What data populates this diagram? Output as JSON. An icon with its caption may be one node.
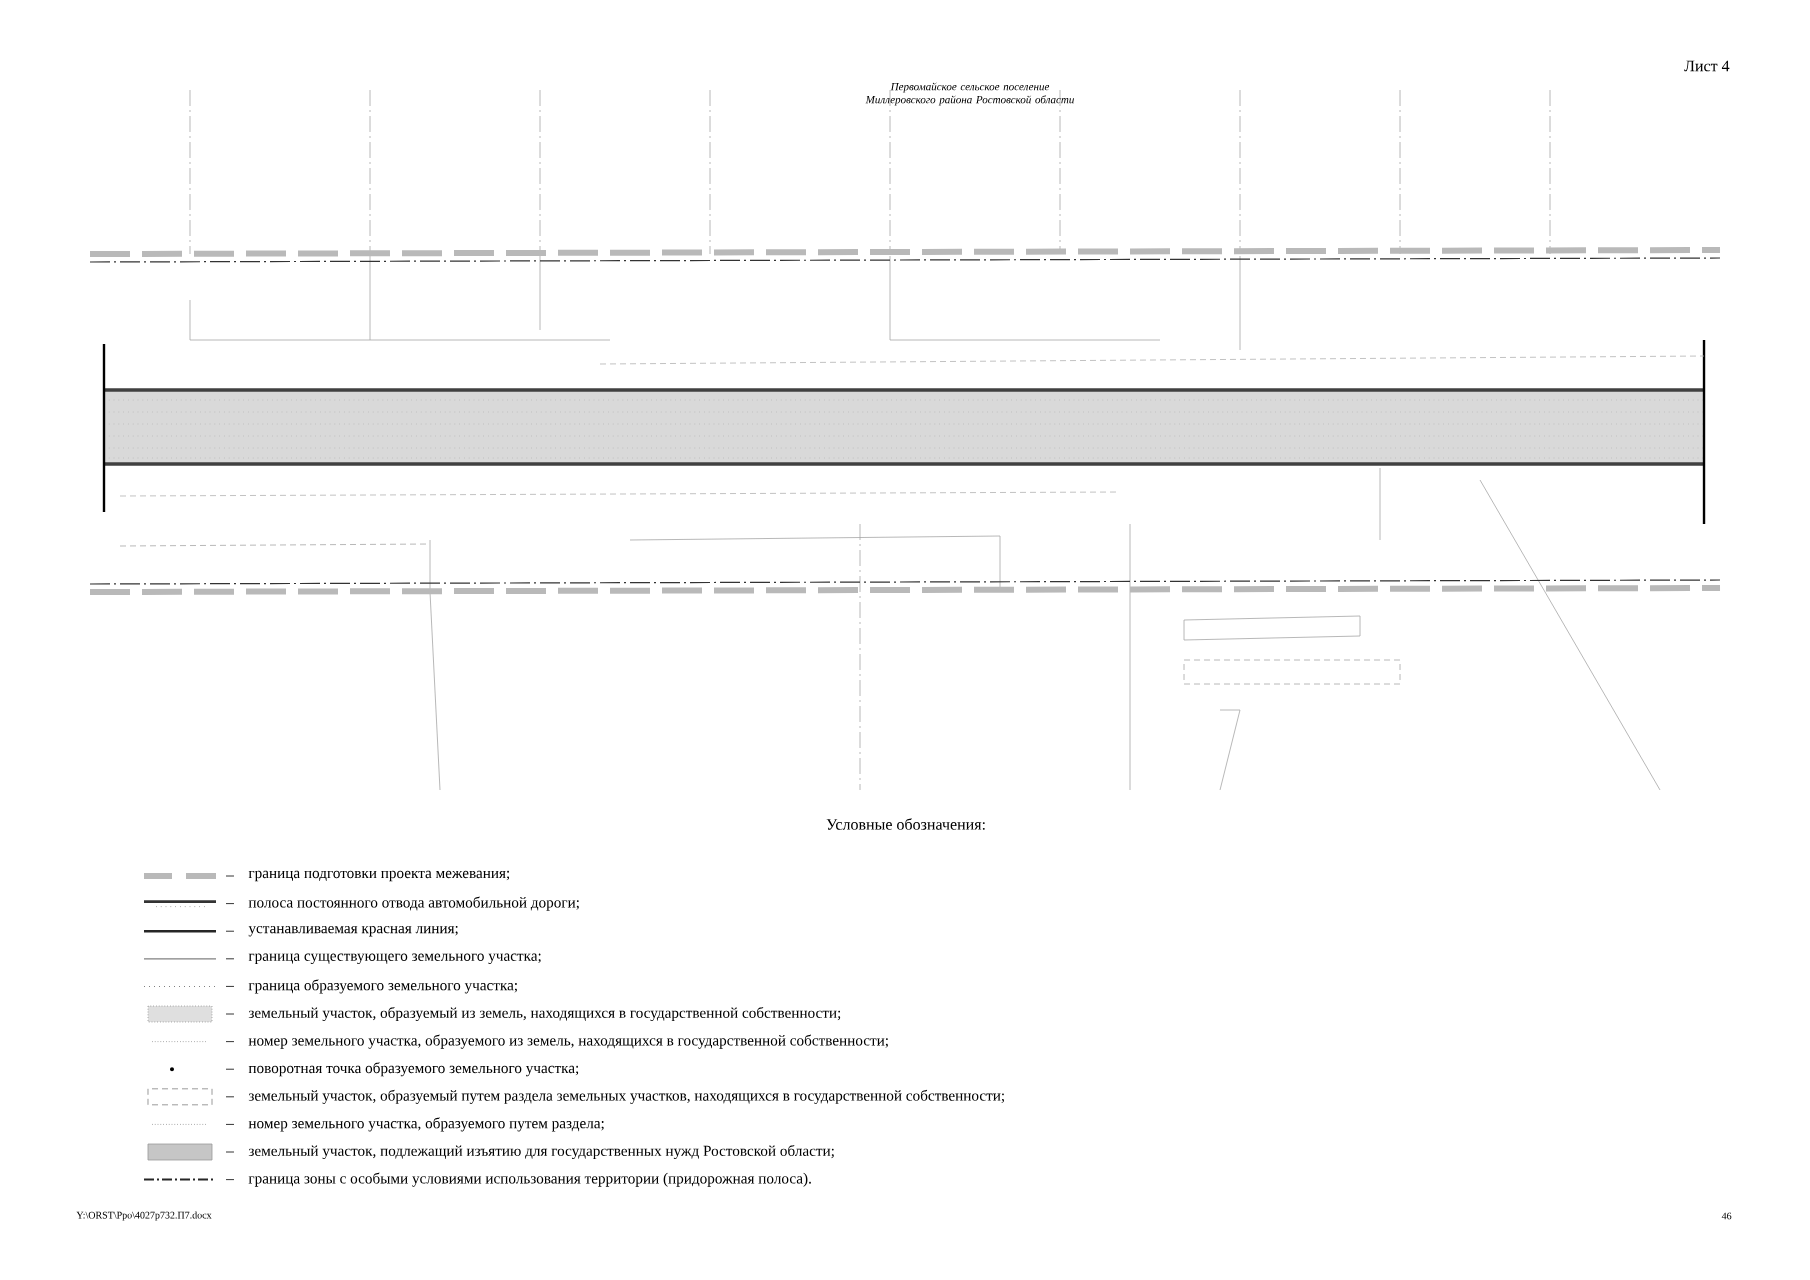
{
  "diagram": {
    "labels": [
      "Лист 4",
      "Первомайское сельское поселение Миллеровского района Ростовской области",
      "Условные обозначения:",
      "Y:\\ORST\\Ppo\\4027p732.П7.docx",
      "46"
    ],
    "legend": [
      {
        "text": "граница подготовки проекта межевания;"
      },
      {
        "text": "полоса постоянного отвода автомобильной дороги;"
      },
      {
        "text": "устанавливаемая красная линия;"
      },
      {
        "text": "граница существующего земельного участка;"
      },
      {
        "text": "граница образуемого земельного участка;"
      },
      {
        "text": "земельный участок, образуемый из земель, находящихся в государственной собственности;"
      },
      {
        "text": "номер земельного участка, образуемого из земель, находящихся в государственной собственности;"
      },
      {
        "text": "поворотная точка образуемого земельного участка;"
      },
      {
        "text": "земельный участок, образуемый путем раздела земельных участков, находящихся в государственной собственности;"
      },
      {
        "text": "номер земельного участка, образуемого путем раздела;"
      },
      {
        "text": "земельный участок, подлежащий изъятию для государственных нужд Ростовской области;"
      },
      {
        "text": "граница зоны с особыми условиями использования территории (придорожная полоса)."
      }
    ]
  }
}
